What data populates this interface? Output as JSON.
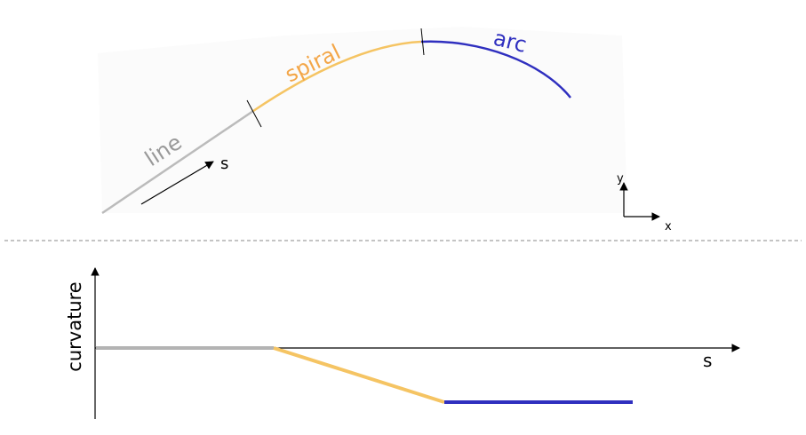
{
  "top_diagram": {
    "segments": [
      {
        "label": "line",
        "color": "#bbbbbb"
      },
      {
        "label": "spiral",
        "color": "#f5c463"
      },
      {
        "label": "arc",
        "color": "#2f2fbf"
      }
    ],
    "label_colors": {
      "line": "#999999",
      "spiral": "#f3a648",
      "arc": "#2f2fbf"
    },
    "direction_label": "s",
    "axes": {
      "x": "x",
      "y": "y"
    }
  },
  "bottom_plot": {
    "y_label": "curvature",
    "x_label": "s"
  }
}
